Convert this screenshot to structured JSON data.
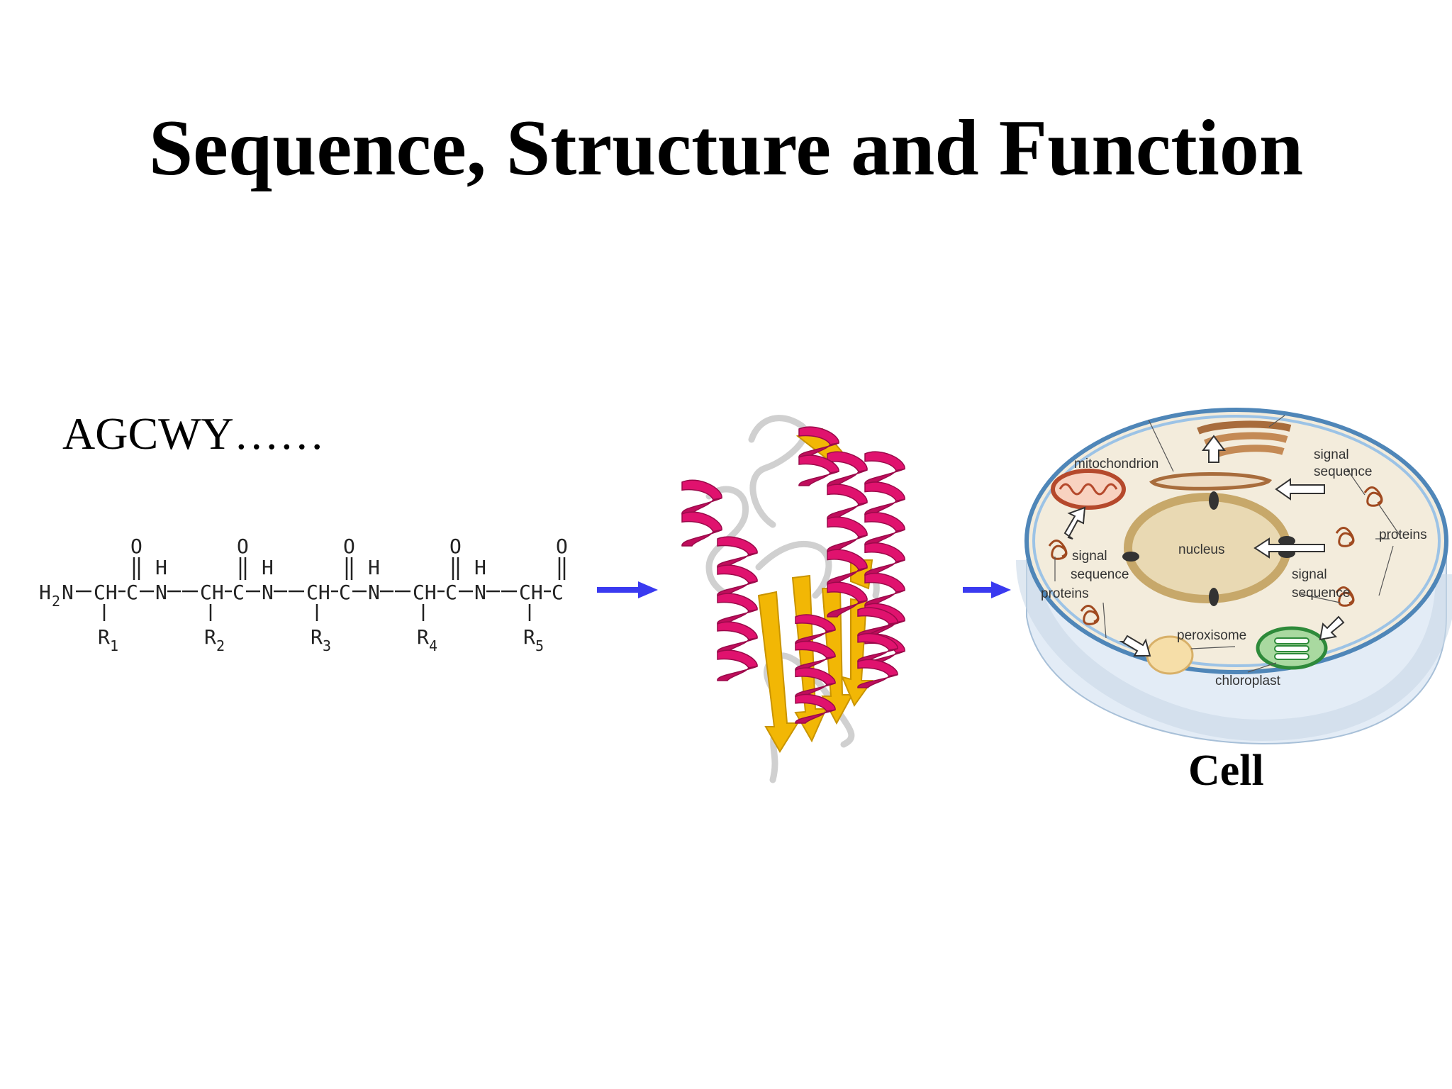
{
  "slide": {
    "title": "Sequence, Structure and Function",
    "sequence_text": "AGCWY……",
    "cell_label": "Cell"
  },
  "peptide": {
    "n_terminus": "H",
    "n_sub": "2",
    "n_atom": "N",
    "carbonyl_o": "O",
    "amide_h": "H",
    "ch": "CH",
    "c": "C",
    "n": "N",
    "residues": [
      {
        "r": "R",
        "sub": "1"
      },
      {
        "r": "R",
        "sub": "2"
      },
      {
        "r": "R",
        "sub": "3"
      },
      {
        "r": "R",
        "sub": "4"
      },
      {
        "r": "R",
        "sub": "5"
      }
    ]
  },
  "cell_diagram": {
    "labels": {
      "mitochondrion": "mitochondrion",
      "signal_sequence_top_1": "signal",
      "signal_sequence_top_2": "sequence",
      "proteins_right": "proteins",
      "nucleus": "nucleus",
      "signal_left_1": "signal",
      "signal_left_2": "sequence",
      "proteins_left": "proteins",
      "signal_right_1": "signal",
      "signal_right_2": "sequence",
      "peroxisome": "peroxisome",
      "chloroplast": "chloroplast"
    }
  },
  "colors": {
    "arrow": "#3a3af0",
    "helix": "#e0126e",
    "sheet": "#f2b705",
    "loop": "#cfcfcf",
    "cell_rim": "#4f86b8"
  }
}
